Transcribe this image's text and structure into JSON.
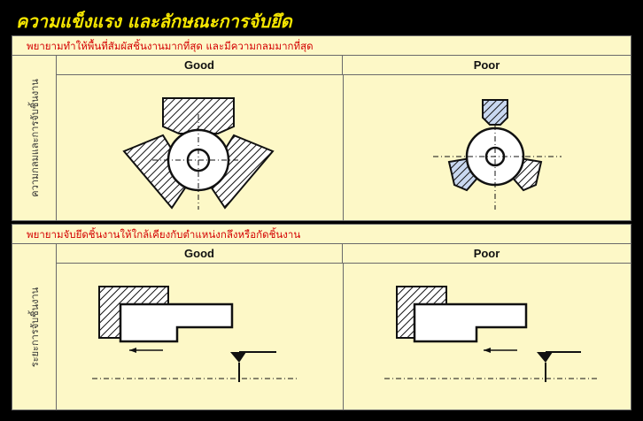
{
  "title": "ความแข็งแรง  และลักษณะการจับยึด",
  "sections": [
    {
      "note": "พยายามทำให้พื้นที่สัมผัสชิ้นงานมากที่สุด  และมีความกลมมากที่สุด",
      "side_label": "ความกลมและการจับชิ้นงาน",
      "good_label": "Good",
      "poor_label": "Poor"
    },
    {
      "note": "พยายามจับยึดชิ้นงานให้ใกล้เคียงกับตำแหน่งกลึงหรือกัดชิ้นงาน",
      "side_label": "ระยะการจับชิ้นงาน",
      "good_label": "Good",
      "poor_label": "Poor"
    }
  ],
  "colors": {
    "title": "#f5e600",
    "panel_bg": "#fdf8c7",
    "note_text": "#d40000",
    "poor_jaw_fill": "#c9d8f0"
  },
  "icons": [
    "chuck-jaws-good-icon",
    "chuck-jaws-poor-icon",
    "workpiece-clamp-good-icon",
    "workpiece-clamp-poor-icon",
    "cutting-tool-icon"
  ]
}
